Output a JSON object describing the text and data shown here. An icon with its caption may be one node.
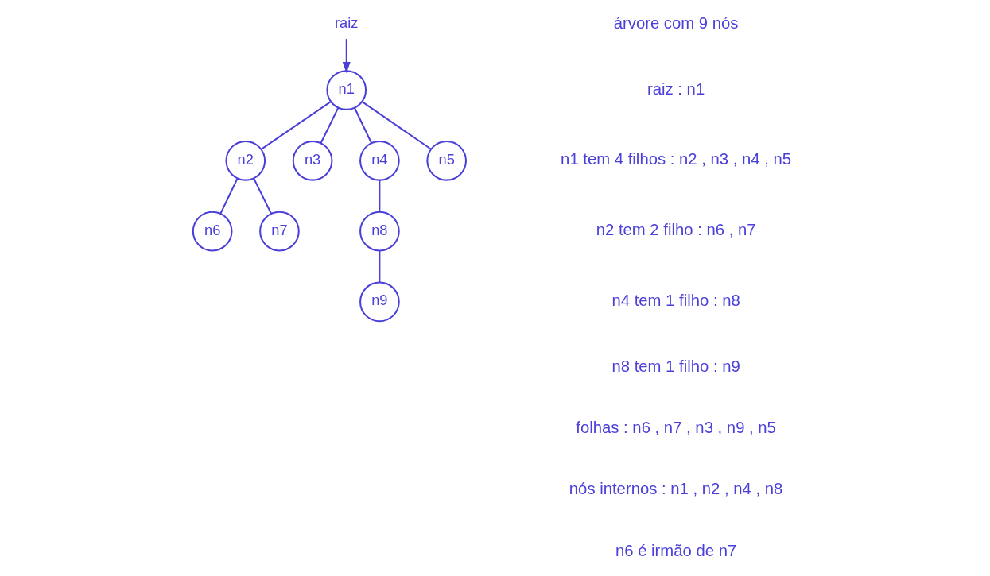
{
  "diagram": {
    "nodes": [
      {
        "text": [
          "raiz"
        ]
      },
      {
        "text": [
          "n1"
        ]
      },
      {
        "text": [
          "n2"
        ]
      },
      {
        "text": [
          "n3"
        ]
      },
      {
        "text": [
          "n4"
        ]
      },
      {
        "text": [
          "n5"
        ]
      },
      {
        "text": [
          "n6"
        ]
      },
      {
        "text": [
          "n7"
        ]
      },
      {
        "text": [
          "n8"
        ]
      },
      {
        "text": [
          "n9"
        ]
      }
    ],
    "edges": [
      {
        "from": 0,
        "to": 1,
        "arrow": "to"
      },
      {
        "from": 1,
        "to": 2,
        "arrow": "none"
      },
      {
        "from": 1,
        "to": 3,
        "arrow": "none"
      },
      {
        "from": 1,
        "to": 4,
        "arrow": "none"
      },
      {
        "from": 1,
        "to": 5,
        "arrow": "none"
      },
      {
        "from": 2,
        "to": 6,
        "arrow": "none"
      },
      {
        "from": 2,
        "to": 7,
        "arrow": "none"
      },
      {
        "from": 4,
        "to": 8,
        "arrow": "none"
      },
      {
        "from": 8,
        "to": 9,
        "arrow": "none"
      }
    ],
    "labels": [
      "árvore com 9 nós",
      "raiz : n1",
      "n1 tem 4 filhos : n2 , n3 , n4 , n5",
      "n2 tem 2 filho : n6 , n7",
      "n4 tem 1 filho : n8",
      "n8 tem 1 filho : n9",
      "folhas : n6 , n7 , n3 , n9 , n5",
      "nós internos : n1 , n2 , n4 , n8",
      "n6 é irmão de n7"
    ]
  }
}
